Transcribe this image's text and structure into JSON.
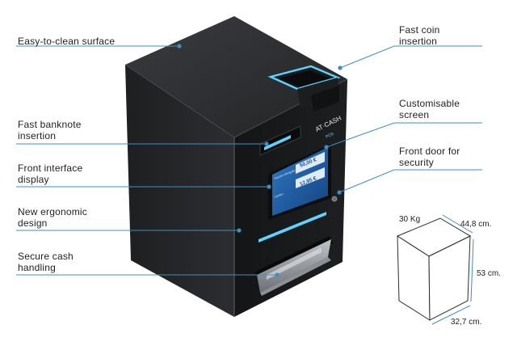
{
  "features": {
    "easy_clean": "Easy-to-clean surface",
    "coin_line1": "Fast coin",
    "coin_line2": "insertion",
    "banknote_line1": "Fast banknote",
    "banknote_line2": "insertion",
    "screen_line1": "Customisable",
    "screen_line2": "screen",
    "interface_line1": "Front interface",
    "interface_line2": "display",
    "door_line1": "Front door for",
    "door_line2": "security",
    "ergonomic_line1": "New ergonomic",
    "ergonomic_line2": "design",
    "cash_line1": "Secure cash",
    "cash_line2": "handling"
  },
  "machine": {
    "brand": "AT·CASH",
    "brand_sub": "POS",
    "screen_amount_1": "50,00 €",
    "screen_amount_2": "12,95 €",
    "screen_row_1": "Importe entregado",
    "screen_row_2": "Cambio"
  },
  "dimensions": {
    "weight": "30 Kg",
    "depth": "44,8 cm.",
    "height": "53 cm.",
    "width": "32,7 cm."
  },
  "colors": {
    "accent_line": "#3b8fc4",
    "body": "#2a2b2d",
    "glow": "#5fd3ff"
  }
}
